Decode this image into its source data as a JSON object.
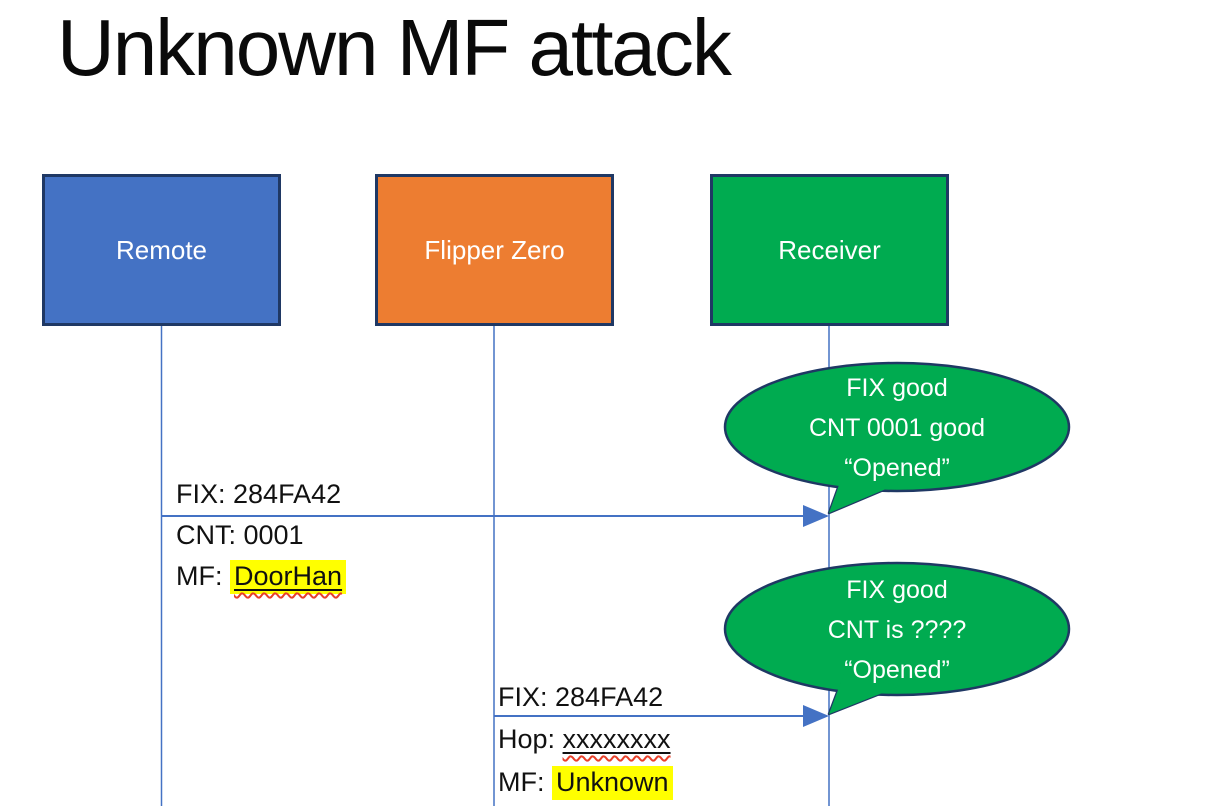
{
  "title": "Unknown MF attack",
  "actors": [
    {
      "label": "Remote"
    },
    {
      "label": "Flipper Zero"
    },
    {
      "label": "Receiver"
    }
  ],
  "messages": [
    {
      "from": "Remote",
      "to": "Receiver",
      "lines": [
        {
          "prefix": "FIX: ",
          "value": "284FA42"
        },
        {
          "prefix": "CNT: ",
          "value": "0001"
        },
        {
          "prefix": "MF: ",
          "value": "DoorHan"
        }
      ]
    },
    {
      "from": "Flipper Zero",
      "to": "Receiver",
      "lines": [
        {
          "prefix": "FIX: ",
          "value": "284FA42"
        },
        {
          "prefix": "Hop: ",
          "value": "xxxxxxxx"
        },
        {
          "prefix": "MF: ",
          "value": "Unknown"
        }
      ]
    }
  ],
  "bubbles": [
    {
      "lines": [
        "FIX good",
        "CNT 0001 good",
        "“Opened”"
      ]
    },
    {
      "lines": [
        "FIX good",
        "CNT is ????",
        "“Opened”"
      ]
    }
  ],
  "colors": {
    "remote_box": "#4472C4",
    "flipper_box": "#ED7D31",
    "receiver_box": "#00AB50",
    "box_border": "#1F3864",
    "connector_line": "#4472C4",
    "bubble_fill": "#00AB50",
    "bubble_border": "#1F3864",
    "highlight": "#FFFF00",
    "spellcheck_squiggle": "#E8402A"
  }
}
